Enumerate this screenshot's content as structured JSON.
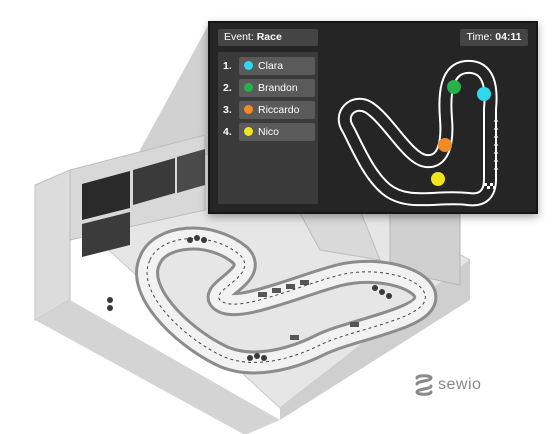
{
  "panel": {
    "event_label": "Event:",
    "event_name": "Race",
    "time_label": "Time:",
    "time_value": "04:11"
  },
  "leaderboard": [
    {
      "position": "1.",
      "name": "Clara",
      "color": "#2fd8ee"
    },
    {
      "position": "2.",
      "name": "Brandon",
      "color": "#27b14b"
    },
    {
      "position": "3.",
      "name": "Riccardo",
      "color": "#f28b25"
    },
    {
      "position": "4.",
      "name": "Nico",
      "color": "#f2e41c"
    }
  ],
  "brand": {
    "logo_icon": "sewio-logo-icon",
    "logo_text": "sewio"
  }
}
